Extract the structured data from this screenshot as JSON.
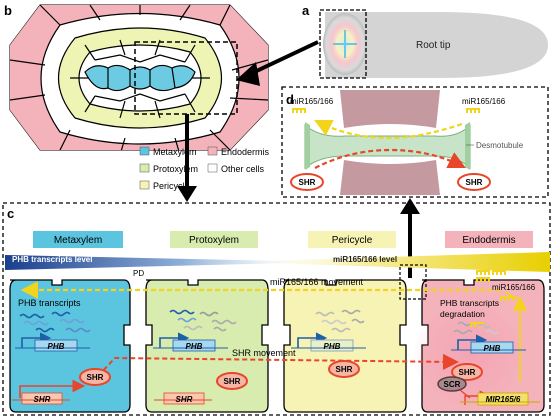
{
  "panel_labels": {
    "a": "a",
    "b": "b",
    "c": "c",
    "d": "d"
  },
  "panel_a": {
    "root_tip": "Root tip"
  },
  "legend": {
    "metaxylem": "Metaxylem",
    "protoxylem": "Protoxylem",
    "pericycle": "Pericycle",
    "endodermis": "Endodermis",
    "other_cells": "Other cells"
  },
  "panel_d": {
    "mir_left": "miR165/166",
    "mir_right": "miR165/166",
    "desmotubule": "Desmotubule",
    "shr_left": "SHR",
    "shr_right": "SHR"
  },
  "panel_c": {
    "headers": [
      "Metaxylem",
      "Protoxylem",
      "Pericycle",
      "Endodermis"
    ],
    "phb_level": "PHB transcripts level",
    "mir_level": "miR165/166 level",
    "pd": "PD",
    "mir_movement": "miR165/166 movement",
    "mir_endo": "miR165/166",
    "phb_transcripts": "PHB transcripts",
    "phb_degradation_1": "PHB transcripts",
    "phb_degradation_2": "degradation",
    "shr_movement": "SHR movement",
    "phb_gene": "PHB",
    "shr_gene": "SHR",
    "shr_protein": "SHR",
    "scr": "SCR",
    "mir_gene": "MIR165/6"
  },
  "colors": {
    "metaxylem": "#5bc5e0",
    "protoxylem": "#d7ecae",
    "pericycle": "#f6f3b4",
    "endodermis": "#f4b3bb",
    "shr_red": "#e8452a",
    "mir_yellow": "#f2d41c",
    "phb_blue": "#1f5fa8"
  }
}
